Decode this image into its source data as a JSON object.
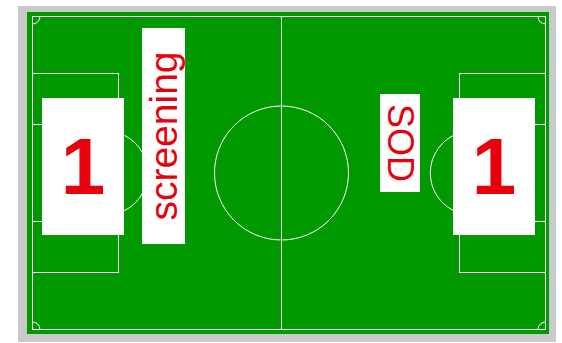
{
  "diagram": {
    "nodes": [
      {
        "text": [
          "1"
        ]
      },
      {
        "text": [
          "screening"
        ]
      },
      {
        "text": [
          "SOD"
        ]
      },
      {
        "text": [
          "1"
        ]
      }
    ]
  }
}
